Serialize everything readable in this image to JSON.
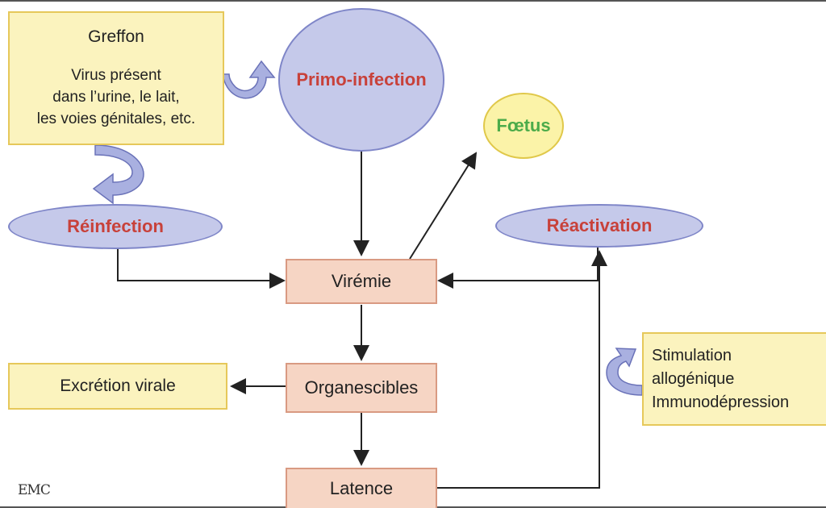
{
  "nodes": {
    "greffon_title": "Greffon",
    "greffon_body": "Virus présent\ndans l’urine, le lait,\nles voies génitales, etc.",
    "primo_infection": "Primo-infection",
    "foetus": "Fœtus",
    "reinfection": "Réinfection",
    "reactivation": "Réactivation",
    "viremie": "Virémie",
    "organes_cibles": "Organescibles",
    "excretion_virale": "Excrétion virale",
    "latence": "Latence",
    "stimulation": "Stimulation\nallogénique\nImmunodépression"
  },
  "logo": "EMC",
  "colors": {
    "ellipse_fill": "#c5c9ea",
    "ellipse_border": "#7f86c8",
    "ellipse_text": "#c8413a",
    "yellow_fill": "#fbf3be",
    "pink_fill": "#f6d5c4",
    "foetus_text": "#4cab4a",
    "arrow": "#222222",
    "curved_arrow_fill": "#a9b0e0"
  }
}
